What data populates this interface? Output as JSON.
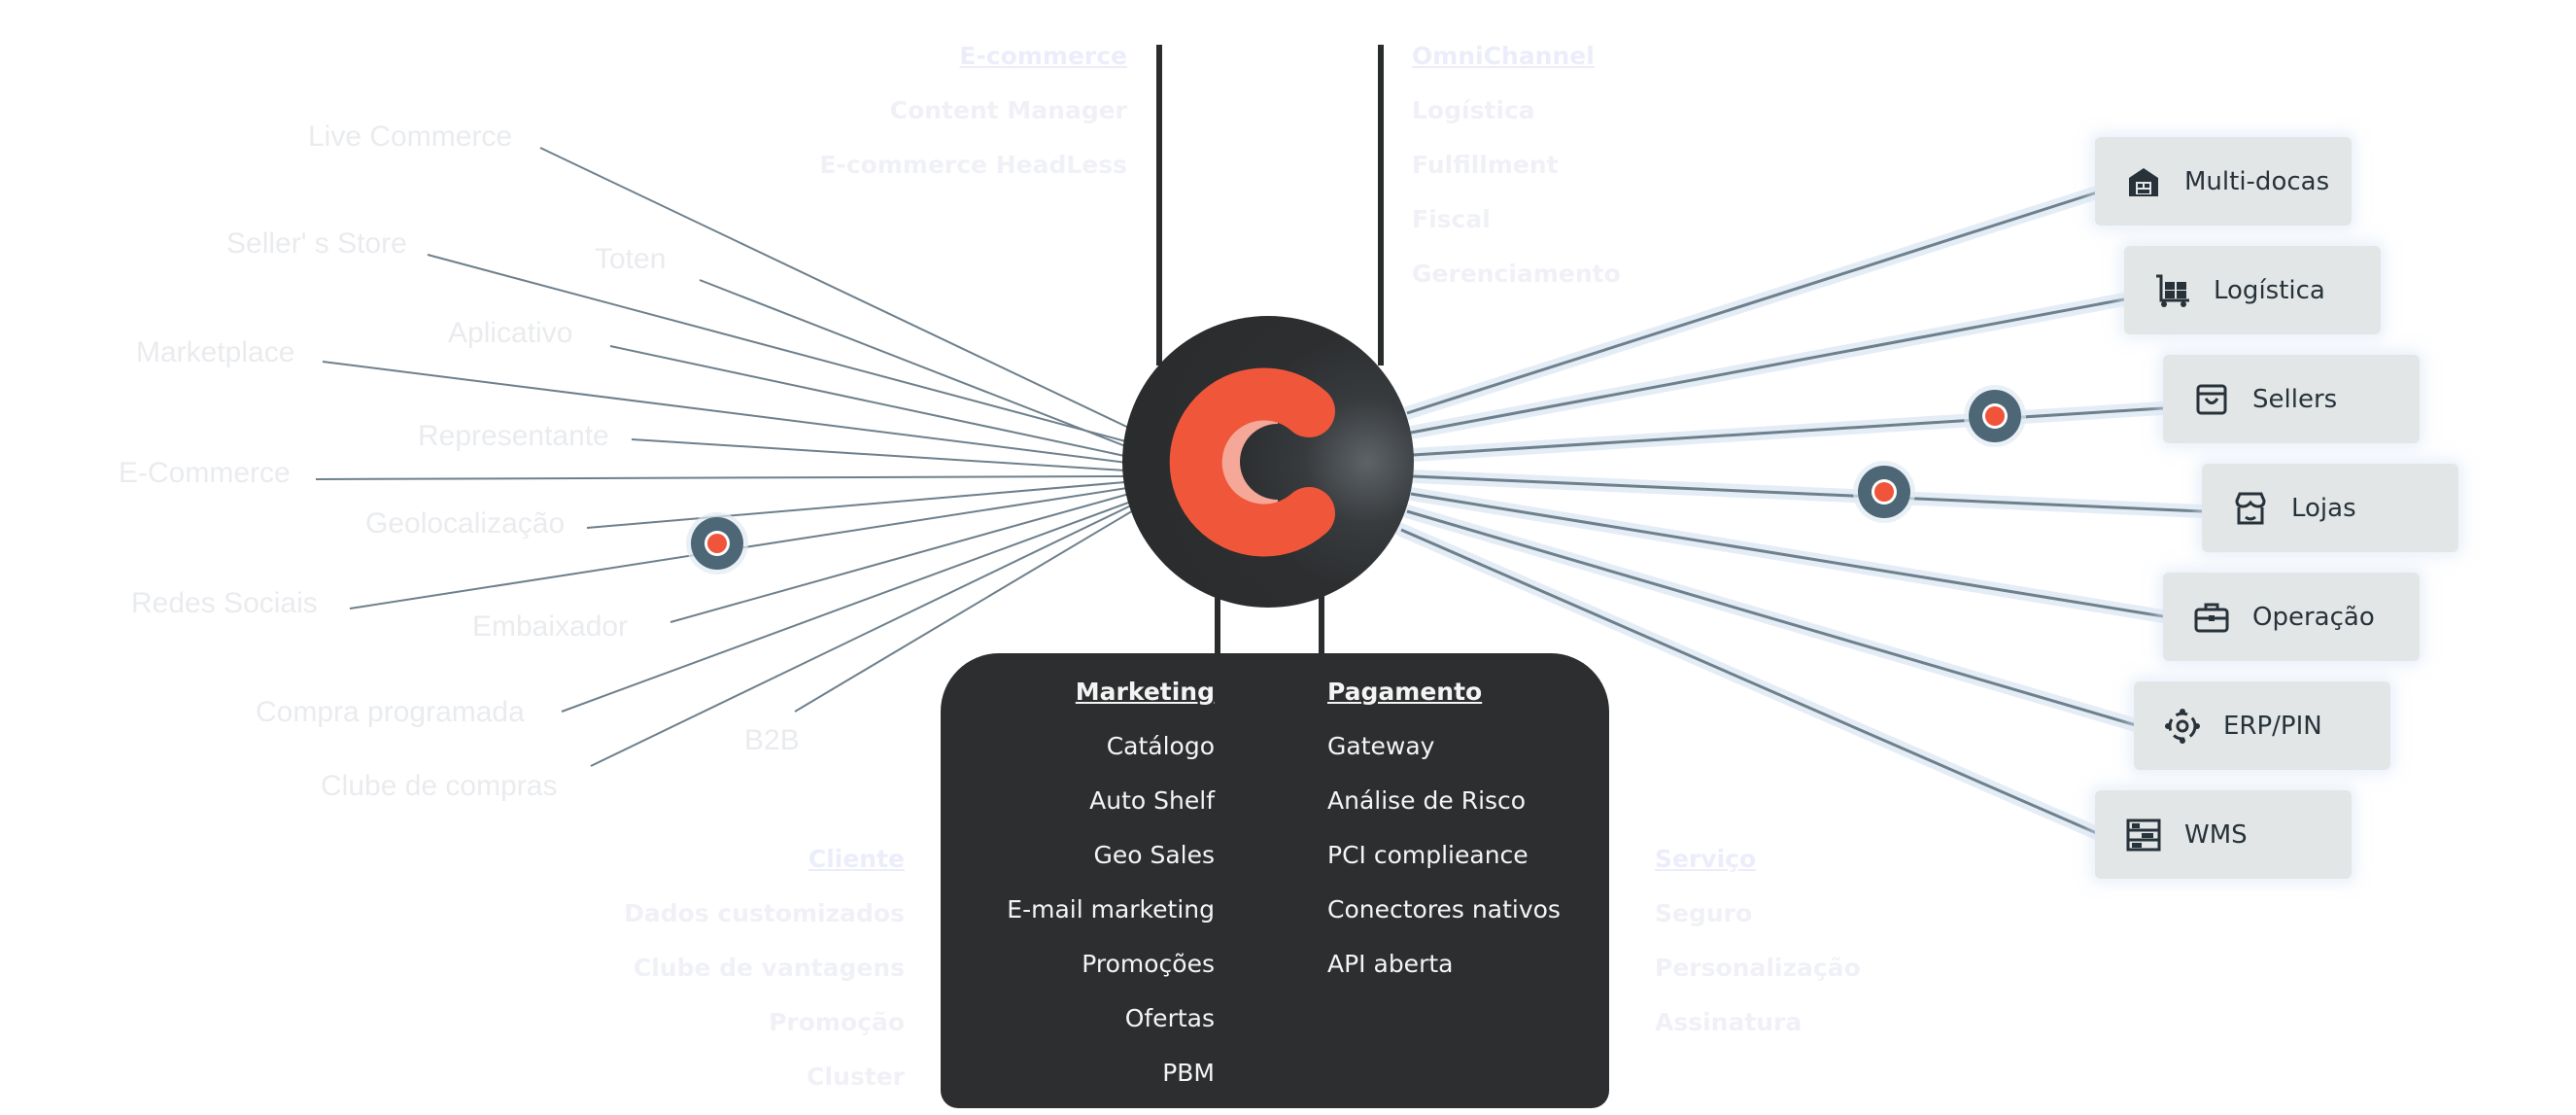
{
  "colors": {
    "core": "#2d2e30",
    "logo_orange": "#f0573a",
    "logo_light": "#f6a898",
    "line": "#6e808c",
    "card_bg": "#e3e6e7",
    "dot": "#4d6776",
    "dot_center": "#f0543a"
  },
  "top_left_column": {
    "title": "E-commerce",
    "items": [
      "Content Manager",
      "E-commerce HeadLess"
    ]
  },
  "top_right_column": {
    "title": "OmniChannel",
    "items": [
      "Logística",
      "Fulfillment",
      "Fiscal",
      "Gerenciamento"
    ]
  },
  "left_labels": [
    "Live Commerce",
    "Seller' s Store",
    "Toten",
    "Aplicativo",
    "Marketplace",
    "Representante",
    "E-Commerce",
    "Geolocalização",
    "Redes Sociais",
    "Embaixador",
    "Compra programada",
    "B2B",
    "Clube de compras"
  ],
  "right_cards": [
    {
      "label": "Multi-docas",
      "icon": "warehouse-icon"
    },
    {
      "label": "Logística",
      "icon": "pallet-truck-icon"
    },
    {
      "label": "Sellers",
      "icon": "shopping-bag-icon"
    },
    {
      "label": "Lojas",
      "icon": "storefront-icon"
    },
    {
      "label": "Operação",
      "icon": "briefcase-icon"
    },
    {
      "label": "ERP/PIN",
      "icon": "integration-gear-icon"
    },
    {
      "label": "WMS",
      "icon": "shelving-icon"
    }
  ],
  "marketing": {
    "title": "Marketing",
    "items": [
      "Catálogo",
      "Auto Shelf",
      "Geo Sales",
      "E-mail marketing",
      "Promoções",
      "Ofertas",
      "PBM"
    ]
  },
  "pagamento": {
    "title": "Pagamento",
    "items": [
      "Gateway",
      "Análise de Risco",
      "PCI complieance",
      "Conectores nativos",
      "API aberta"
    ]
  },
  "cliente": {
    "title": "Cliente",
    "items": [
      "Dados customizados",
      "Clube de vantagens",
      "Promoção",
      "Cluster"
    ]
  },
  "servico": {
    "title": "Serviço",
    "items": [
      "Seguro",
      "Personalização",
      "Assinatura"
    ]
  }
}
